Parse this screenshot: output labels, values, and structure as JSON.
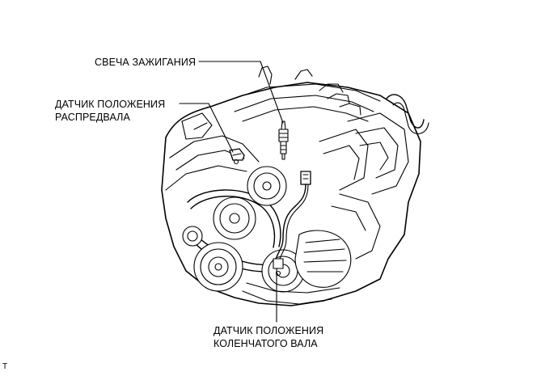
{
  "labels": {
    "spark_plug": "СВЕЧА ЗАЖИГАНИЯ",
    "cam_sensor_line1": "ДАТЧИК ПОЛОЖЕНИЯ",
    "cam_sensor_line2": "РАСПРЕДВАЛА",
    "crank_sensor_line1": "ДАТЧИК ПОЛОЖЕНИЯ",
    "crank_sensor_line2": "КОЛЕНЧАТОГО ВАЛА"
  },
  "footer_code": "T"
}
